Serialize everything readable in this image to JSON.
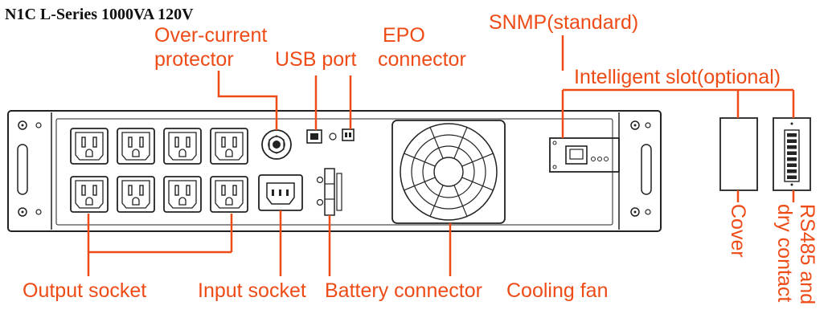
{
  "title": "N1C L-Series 1000VA 120V",
  "colors": {
    "callout": "#ee4b16",
    "outline": "#222222",
    "background": "#ffffff"
  },
  "labels": {
    "over_current": [
      "Over-current",
      "protector"
    ],
    "usb_port": "USB port",
    "epo": [
      "EPO",
      "connector"
    ],
    "snmp": "SNMP(standard)",
    "intelligent_slot": "Intelligent slot(optional)",
    "output_socket": "Output socket",
    "input_socket": "Input socket",
    "battery_connector": "Battery connector",
    "cooling_fan": "Cooling fan",
    "cover": "Cover",
    "rs485": [
      "RS485  and",
      "dry  contact"
    ]
  }
}
